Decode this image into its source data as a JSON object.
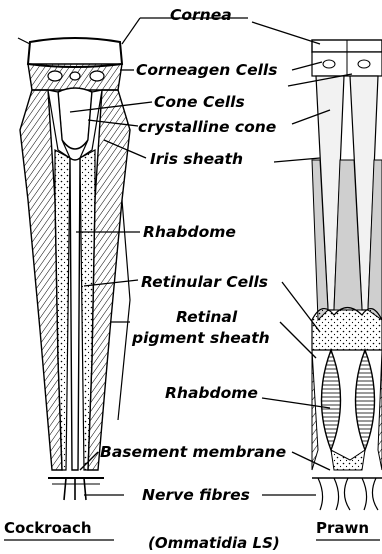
{
  "labels": {
    "cornea": "Cornea",
    "corneagen_cells": "Corneagen Cells",
    "cone_cells": "Cone Cells",
    "crystalline_cone": "crystalline cone",
    "iris_sheath": "Iris sheath",
    "rhabdome_upper": "Rhabdome",
    "retinular_cells": "Retinular Cells",
    "retinal_line1": "Retinal",
    "retinal_line2": "pigment sheath",
    "rhabdome_lower": "Rhabdome",
    "basement_membrane": "Basement membrane",
    "nerve_fibres": "Nerve fibres"
  },
  "captions": {
    "left": "Cockroach",
    "center": "(Ommatidia LS)",
    "right": "Prawn"
  }
}
